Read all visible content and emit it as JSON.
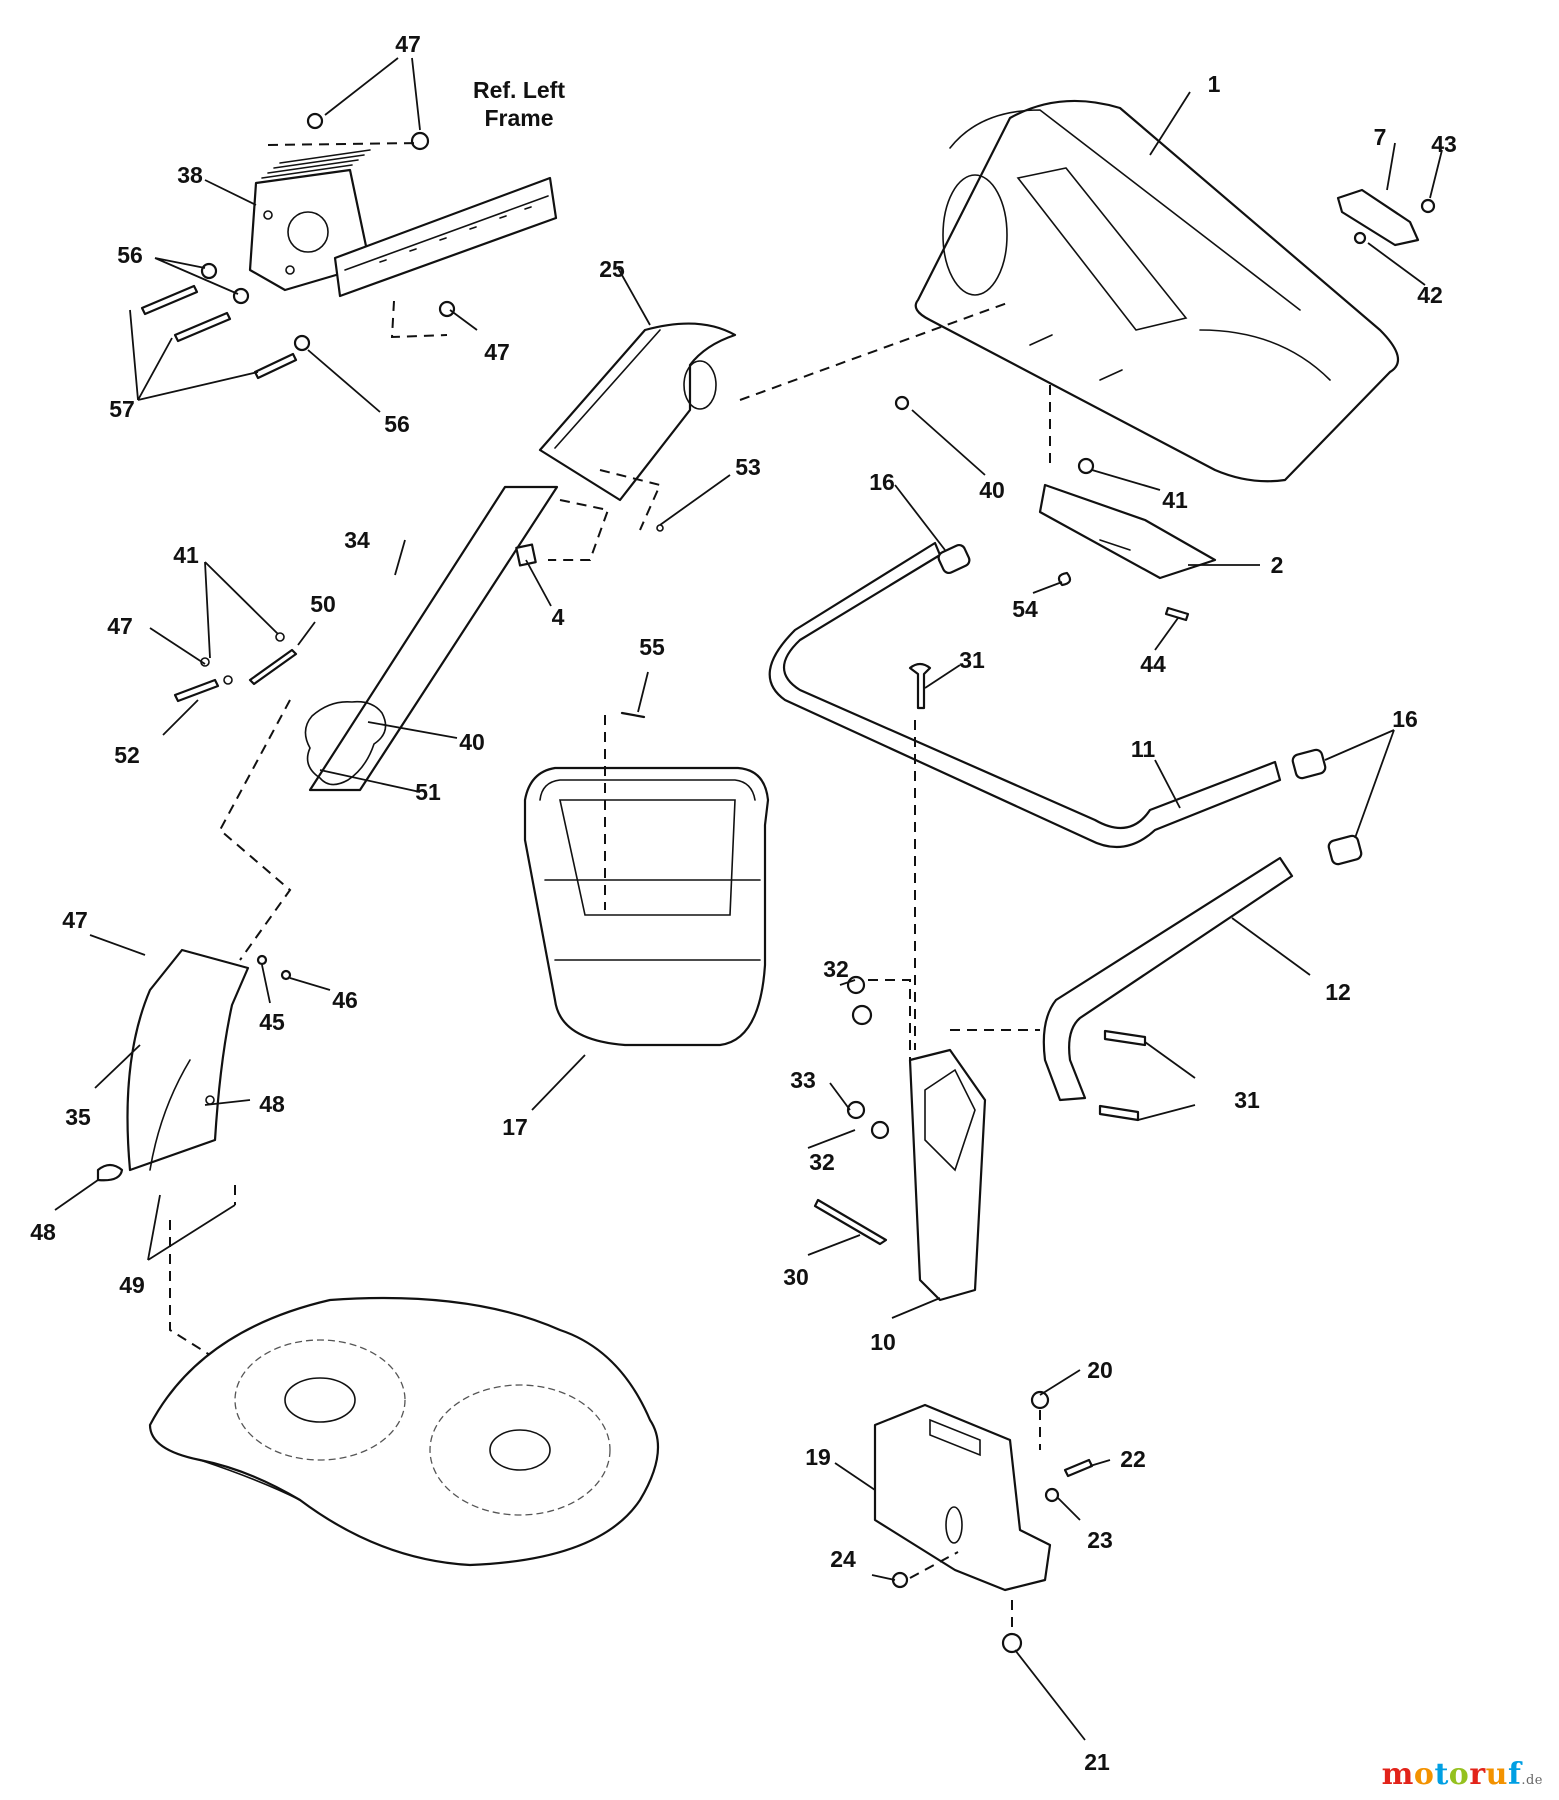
{
  "diagram": {
    "ref_label_line1": "Ref. Left",
    "ref_label_line2": "Frame",
    "callouts": {
      "p47_top": "47",
      "p47_mid": "47",
      "p47_left": "47",
      "p47_chute": "47",
      "p38": "38",
      "p56_a": "56",
      "p56_b": "56",
      "p57": "57",
      "p1": "1",
      "p7": "7",
      "p43": "43",
      "p42": "42",
      "p25": "25",
      "p53": "53",
      "p40_a": "40",
      "p40_b": "40",
      "p41_a": "41",
      "p41_b": "41",
      "p2": "2",
      "p54": "54",
      "p44": "44",
      "p16_a": "16",
      "p16_b": "16",
      "p34": "34",
      "p4": "4",
      "p50": "50",
      "p52": "52",
      "p51": "51",
      "p55": "55",
      "p31_a": "31",
      "p31_b": "31",
      "p11": "11",
      "p12": "12",
      "p17": "17",
      "p32_a": "32",
      "p32_b": "32",
      "p33": "33",
      "p30": "30",
      "p10": "10",
      "p46": "46",
      "p45": "45",
      "p35": "35",
      "p48_a": "48",
      "p48_b": "48",
      "p49": "49",
      "p20": "20",
      "p19": "19",
      "p22": "22",
      "p23": "23",
      "p24": "24",
      "p21": "21"
    }
  },
  "watermark": {
    "letters": [
      "m",
      "o",
      "t",
      "o",
      "r",
      "u",
      "f"
    ],
    "colors": [
      "#e2231a",
      "#f39200",
      "#009fe3",
      "#95c11f",
      "#e2231a",
      "#f39200",
      "#009fe3"
    ],
    "tld": ".de"
  }
}
